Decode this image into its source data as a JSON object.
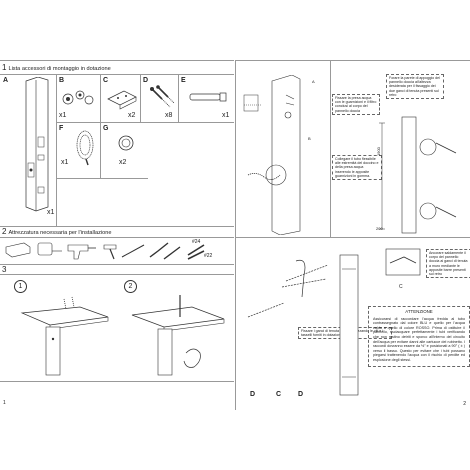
{
  "page1": {
    "section1": {
      "num": "1",
      "title": "Lista accessori di montaggio in dotazione"
    },
    "section2": {
      "num": "2",
      "title": "Attrezzatura necessaria per l'installazione"
    },
    "section3": {
      "num": "3"
    },
    "items": [
      {
        "letter": "A",
        "qty": "x1"
      },
      {
        "letter": "B",
        "qty": "x1"
      },
      {
        "letter": "C",
        "qty": "x2"
      },
      {
        "letter": "D",
        "qty": "x8"
      },
      {
        "letter": "E",
        "qty": "x1"
      },
      {
        "letter": "F",
        "qty": "x1"
      },
      {
        "letter": "G",
        "qty": "x2"
      }
    ],
    "tool_sizes": [
      "#24",
      "#22"
    ],
    "steps": [
      "1",
      "2"
    ],
    "page_number": "1"
  },
  "page2": {
    "notes": {
      "top_right": "Forare la parete di appoggio del pannello doccia all'altezza desiderata per il fissaggio dei due ganci di tenuta presenti sul retro",
      "water": "Fissare la presa acqua con le guarnizioni e il filtro conclusi al corpo del pannello doccia",
      "hose": "Collegare il tubo flessibile alle estremità del doccino e della presa acqua inserendo le apposite guarnizioni in gomma.",
      "anchor": "Ancorare saldamente il corpo del pannello doccia ai ganci di tenuta a muro mediante le apposite barre presenti sul retro",
      "hooks": "Fissare i ganci di tenuta a muro utilizzando le viti e i tasselli forniti in dotazione."
    },
    "callouts": [
      "D",
      "C",
      "C",
      "D",
      "D"
    ],
    "circle_labels": [
      "A",
      "B",
      "C"
    ],
    "dimensions": [
      "1900",
      "200"
    ],
    "attention": {
      "title": "ATTENZIONE",
      "body": "Assicurarsi di raccordare l'acqua fredda al tubo contrassegnato dal colore BLU e quello per l'acqua calda a quello di colore ROSSO. Prima di ostituire il pannello, risciacquare perfettamente i tubi verificando che non restino detriti e sporco all'interno del circuito dell'acqua per evitare danni alle cartucce del rubinetto. I raccordi dovranno essere da ½\" e posizionati a 90° ( ± ) verso il basso. Questo per evitare che i tubi possano piegarsi trattenendo l'acqua con il rischio di perdite ed esplosione degli stessi."
    },
    "page_number": "2"
  }
}
